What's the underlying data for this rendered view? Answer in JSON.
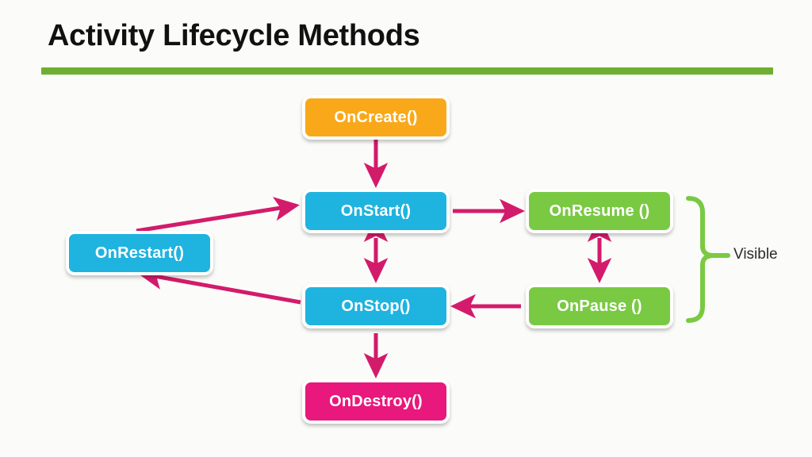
{
  "header": {
    "title": "Activity Lifecycle Methods",
    "rule_color": "#6fae33"
  },
  "diagram": {
    "type": "state-flow-diagram",
    "background": "#fbfbf9",
    "arrow_color": "#d31b6b",
    "nodes": [
      {
        "id": "oncreate",
        "label": "OnCreate()",
        "color": "#f9a81a"
      },
      {
        "id": "onstart",
        "label": "OnStart()",
        "color": "#1fb3e0"
      },
      {
        "id": "onresume",
        "label": "OnResume ()",
        "color": "#7ac943"
      },
      {
        "id": "onrestart",
        "label": "OnRestart()",
        "color": "#1fb3e0"
      },
      {
        "id": "onstop",
        "label": "OnStop()",
        "color": "#1fb3e0"
      },
      {
        "id": "onpause",
        "label": "OnPause ()",
        "color": "#7ac943"
      },
      {
        "id": "ondestroy",
        "label": "OnDestroy()",
        "color": "#e8187c"
      }
    ],
    "edges": [
      {
        "from": "oncreate",
        "to": "onstart",
        "style": "single",
        "direction": "down"
      },
      {
        "from": "onstart",
        "to": "onresume",
        "style": "single",
        "direction": "right"
      },
      {
        "from": "onstart",
        "to": "onstop",
        "style": "double",
        "direction": "vertical"
      },
      {
        "from": "onresume",
        "to": "onpause",
        "style": "double",
        "direction": "vertical"
      },
      {
        "from": "onpause",
        "to": "onstop",
        "style": "single",
        "direction": "left"
      },
      {
        "from": "onstop",
        "to": "ondestroy",
        "style": "single",
        "direction": "down"
      },
      {
        "from": "onrestart",
        "to": "onstart",
        "style": "single",
        "direction": "diagonal-up-right"
      },
      {
        "from": "onstop",
        "to": "onrestart",
        "style": "single",
        "direction": "diagonal-down-left"
      }
    ],
    "annotation": {
      "label": "Visible",
      "brace_color": "#7ac943",
      "spans": [
        "onresume",
        "onpause"
      ]
    }
  }
}
